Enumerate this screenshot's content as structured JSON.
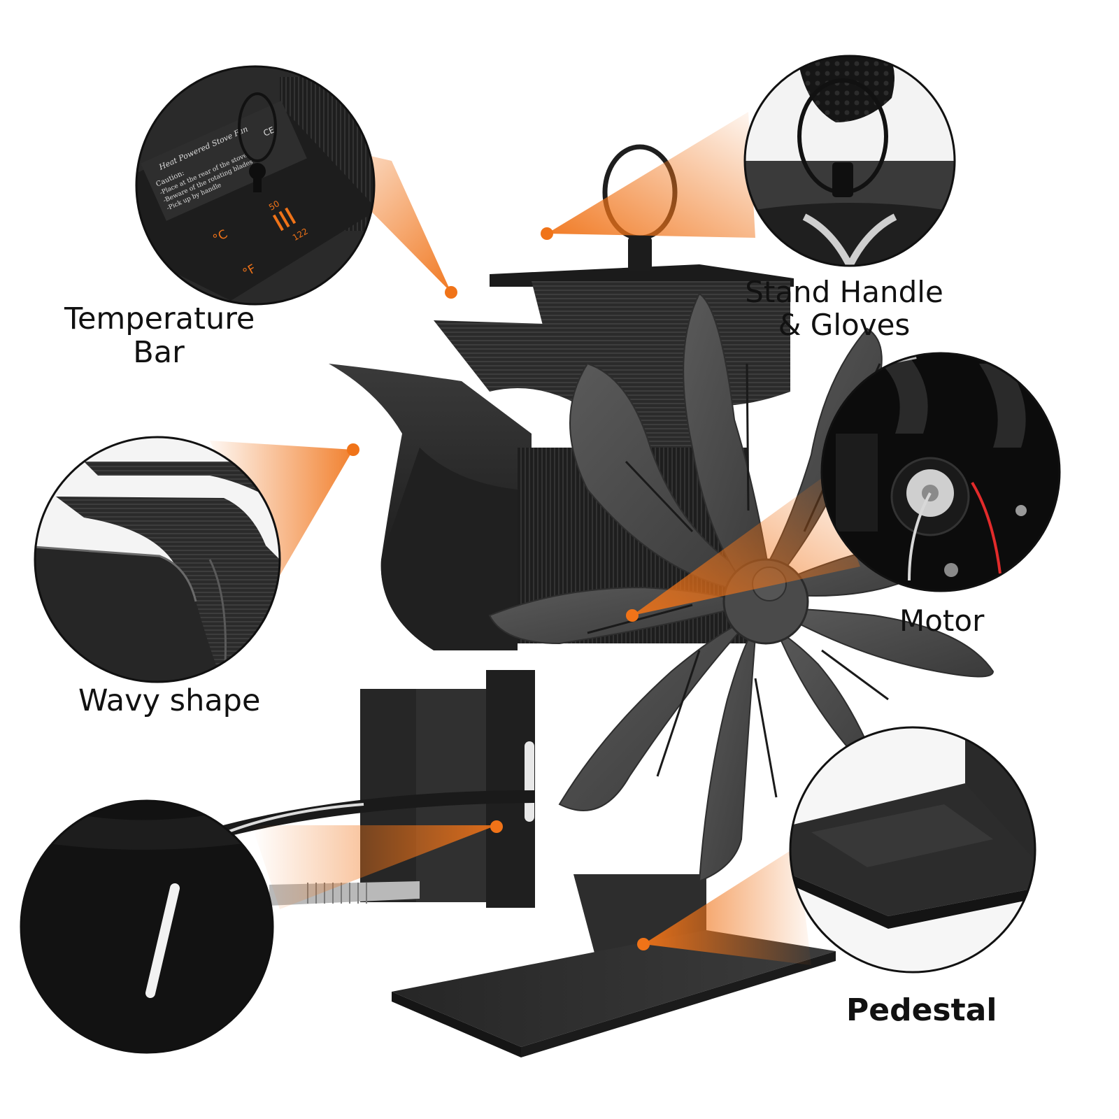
{
  "colors": {
    "accent": "#f07318",
    "fan_dark": "#2a2a2a",
    "fan_mid": "#4a4a4a",
    "background": "#ffffff",
    "label_text": "#111111"
  },
  "plate": {
    "text_heading": "Heat Powered Stove Fan",
    "text_caution": "Caution:",
    "text_line1": "-Place at the rear of the stove",
    "text_line2": "-Beware of the rotating blades",
    "text_line3": "-Pick up by handle",
    "unit_c": "°C",
    "unit_f": "°F",
    "scale_low": "50",
    "scale_high": "122",
    "mark_ce": "CE"
  },
  "callouts": {
    "temperature_bar": {
      "line1": "Temperature",
      "line2": "Bar"
    },
    "stand_handle": {
      "line1": "Stand Handle",
      "line2": "& Gloves"
    },
    "wavy_shape": {
      "label": "Wavy shape"
    },
    "motor": {
      "label": "Motor"
    },
    "pedestal": {
      "label": "Pedestal"
    }
  }
}
